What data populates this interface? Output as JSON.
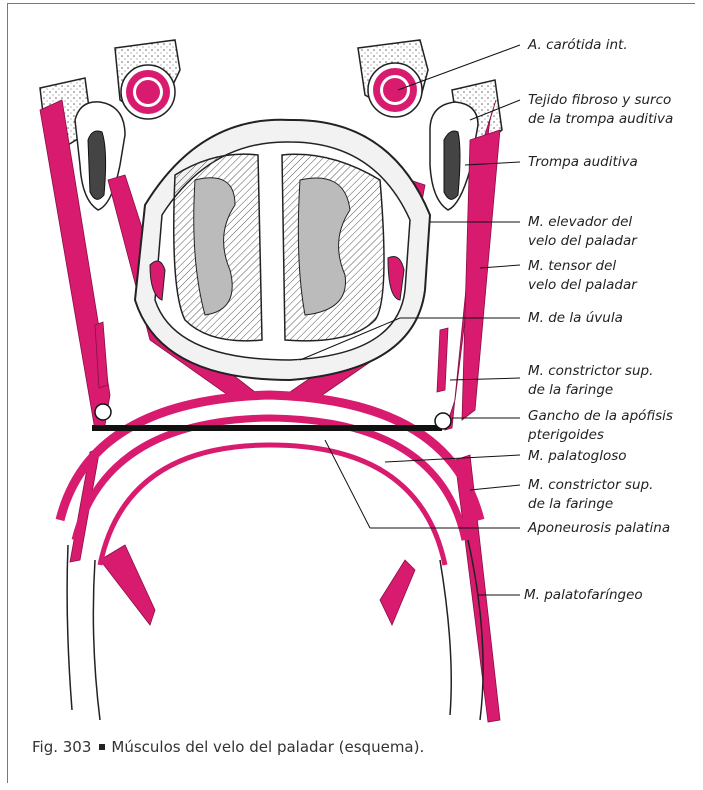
{
  "figure": {
    "labels": [
      {
        "id": "carotida",
        "lines": [
          "A. carótida int."
        ]
      },
      {
        "id": "tejido",
        "lines": [
          "Tejido fibroso y surco",
          "de la trompa auditiva"
        ]
      },
      {
        "id": "trompa",
        "lines": [
          "Trompa auditiva"
        ]
      },
      {
        "id": "elevador",
        "lines": [
          "M. elevador del",
          "velo del paladar"
        ]
      },
      {
        "id": "tensor",
        "lines": [
          "M. tensor del",
          "velo del paladar"
        ]
      },
      {
        "id": "uvula",
        "lines": [
          "M. de la úvula"
        ]
      },
      {
        "id": "constrictor1",
        "lines": [
          "M. constrictor sup.",
          "de la faringe"
        ]
      },
      {
        "id": "gancho",
        "lines": [
          "Gancho de la apófisis",
          "pterigoides"
        ]
      },
      {
        "id": "palatogloso",
        "lines": [
          "M. palatogloso"
        ]
      },
      {
        "id": "constrictor2",
        "lines": [
          "M. constrictor sup.",
          "de la faringe"
        ]
      },
      {
        "id": "aponeurosis",
        "lines": [
          "Aponeurosis palatina"
        ]
      },
      {
        "id": "palatofaringeo",
        "lines": [
          "M. palatofaríngeo"
        ]
      }
    ],
    "caption": {
      "fig": "Fig. 303",
      "text": "Músculos del velo del paladar (esquema)."
    },
    "colors": {
      "muscle": "#d81b6f",
      "frame": "#e0447f",
      "bone": "#e8e8e8",
      "line": "#111111"
    }
  }
}
